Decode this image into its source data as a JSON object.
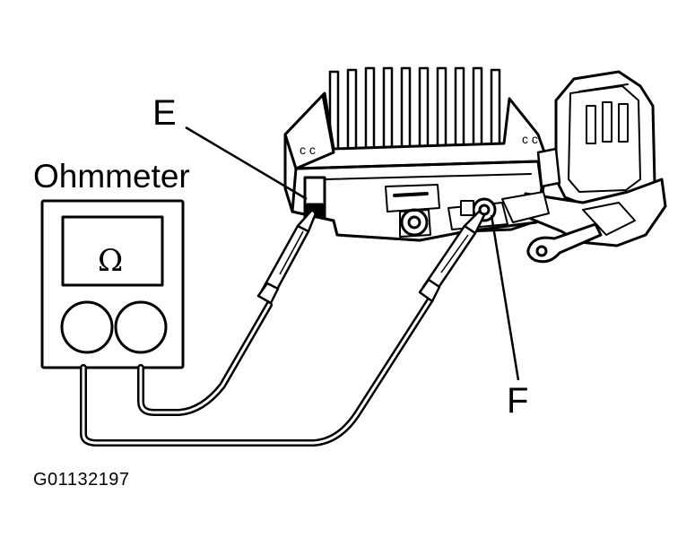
{
  "labels": {
    "ohmmeter": "Ohmmeter",
    "ohm_symbol": "Ω",
    "terminal_e": "E",
    "terminal_f": "F"
  },
  "figure_id": "G01132197",
  "colors": {
    "ink": "#000000",
    "paper": "#ffffff"
  }
}
